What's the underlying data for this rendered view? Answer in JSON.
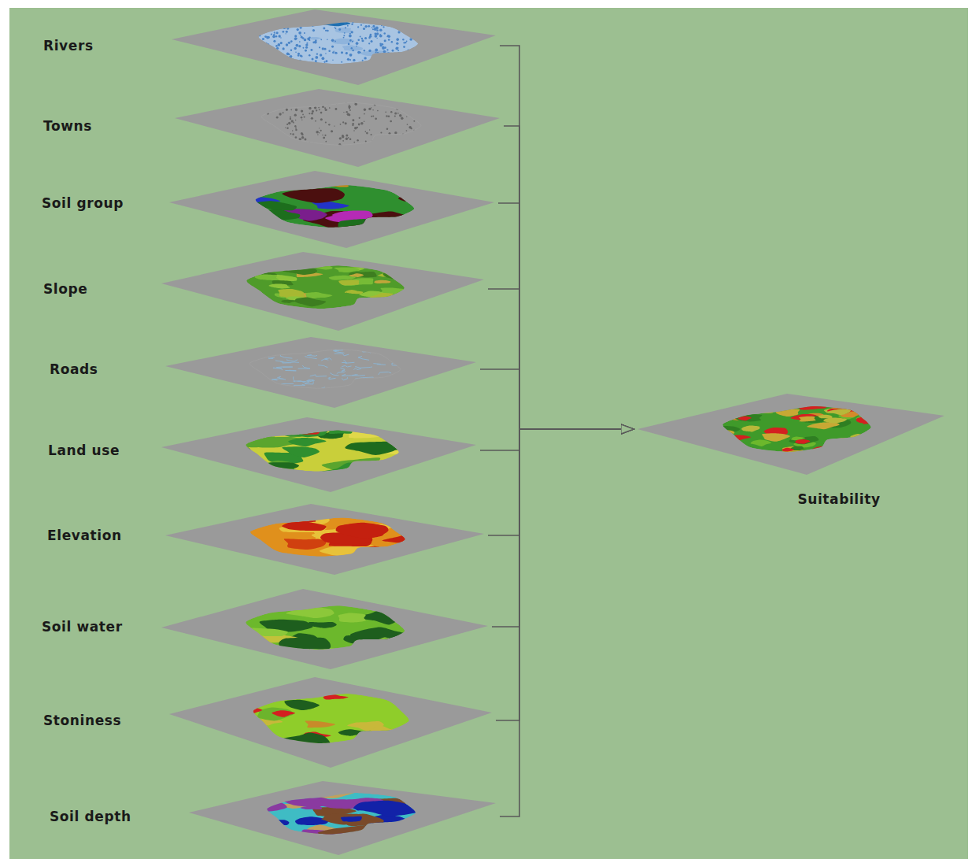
{
  "diagram": {
    "nodes": [
      {
        "text": [
          "Rivers"
        ]
      },
      {
        "text": [
          "Towns"
        ]
      },
      {
        "text": [
          "Soil group"
        ]
      },
      {
        "text": [
          "Slope"
        ]
      },
      {
        "text": [
          "Roads"
        ]
      },
      {
        "text": [
          "Land use"
        ]
      },
      {
        "text": [
          "Elevation"
        ]
      },
      {
        "text": [
          "Soil water"
        ]
      },
      {
        "text": [
          "Stoniness"
        ]
      },
      {
        "text": [
          "Soil depth"
        ]
      },
      {
        "text": [
          "Suitability"
        ]
      }
    ],
    "edges": [
      {
        "from": 0,
        "to": 10,
        "arrow": "to"
      },
      {
        "from": 1,
        "to": 10,
        "arrow": "to"
      },
      {
        "from": 2,
        "to": 10,
        "arrow": "to"
      },
      {
        "from": 3,
        "to": 10,
        "arrow": "to"
      },
      {
        "from": 4,
        "to": 10,
        "arrow": "to"
      },
      {
        "from": 5,
        "to": 10,
        "arrow": "to"
      },
      {
        "from": 6,
        "to": 10,
        "arrow": "to"
      },
      {
        "from": 7,
        "to": 10,
        "arrow": "to"
      },
      {
        "from": 8,
        "to": 10,
        "arrow": "to"
      },
      {
        "from": 9,
        "to": 10,
        "arrow": "to"
      }
    ]
  }
}
